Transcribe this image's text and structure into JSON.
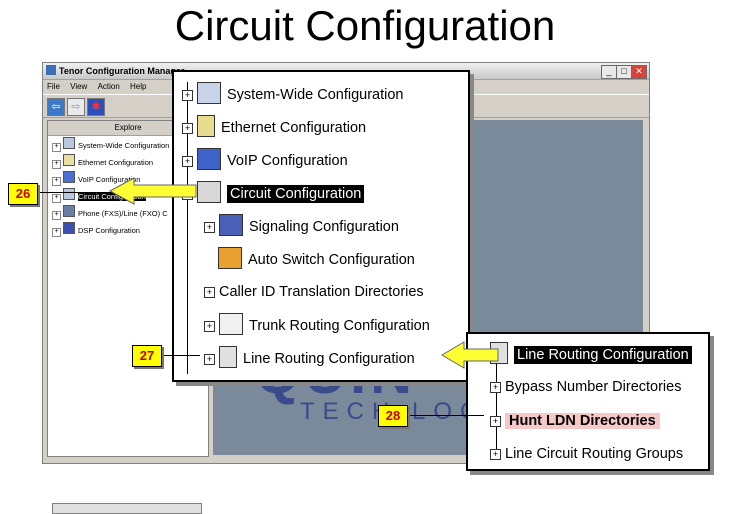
{
  "slide": {
    "title": "Circuit Configuration"
  },
  "window": {
    "title": "Tenor Configuration Manager",
    "minimize": "_",
    "maximize": "□",
    "close": "✕"
  },
  "menu": [
    "File",
    "View",
    "Action",
    "Help"
  ],
  "toolbar": {
    "back": "⇦",
    "forward": "⇨",
    "stop": "✱"
  },
  "explorer": {
    "title": "Explore",
    "items": [
      {
        "label": "System-Wide Configuration",
        "icon": "document-icon"
      },
      {
        "label": "Ethernet Configuration",
        "icon": "ethernet-icon"
      },
      {
        "label": "VoIP Configuration",
        "icon": "voip-icon"
      },
      {
        "label": "Circuit Configuration",
        "icon": "circuit-icon"
      },
      {
        "label": "Phone (FXS)/Line (FXO) C",
        "icon": "phone-icon"
      },
      {
        "label": "DSP Configuration",
        "icon": "dsp-icon"
      }
    ]
  },
  "background_watermark": {
    "line1": "QUIN",
    "line2": "TECH   LOG"
  },
  "callout_main": {
    "items": [
      {
        "label": "System-Wide Configuration"
      },
      {
        "label": "Ethernet Configuration"
      },
      {
        "label": "VoIP Configuration"
      },
      {
        "label": "Circuit Configuration"
      },
      {
        "label": "Signaling Configuration"
      },
      {
        "label": "Auto Switch Configuration"
      },
      {
        "label": "Caller ID Translation Directories"
      },
      {
        "label": "Trunk Routing Configuration"
      },
      {
        "label": "Line Routing Configuration"
      }
    ]
  },
  "callout_sub": {
    "items": [
      {
        "label": "Line Routing Configuration"
      },
      {
        "label": "Bypass Number Directories"
      },
      {
        "label": "Hunt LDN Directories"
      },
      {
        "label": "Line Circuit Routing Groups"
      }
    ]
  },
  "badges": {
    "b26": "26",
    "b27": "27",
    "b28": "28"
  },
  "colors": {
    "badge_bg": "#ffff00",
    "badge_text": "#c00000",
    "arrow": "#ffff33",
    "highlight": "#f6c8c8"
  }
}
